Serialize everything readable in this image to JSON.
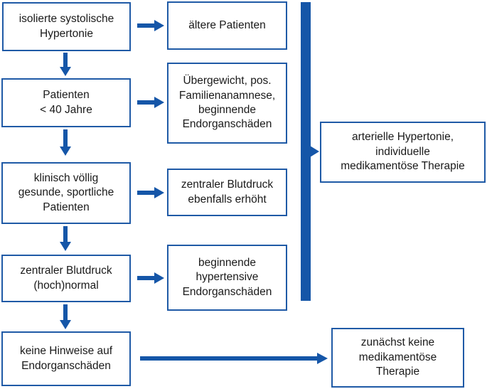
{
  "colors": {
    "border": "#1f5aa6",
    "arrow": "#1556a8",
    "text": "#1a1a1a"
  },
  "nodes": {
    "isolated_hypertension": {
      "lines": [
        "isolierte systolische",
        "Hypertonie"
      ]
    },
    "older_patients": {
      "lines": [
        "ältere Patienten"
      ]
    },
    "patients_under_40": {
      "lines": [
        "Patienten",
        "< 40 Jahre"
      ]
    },
    "risk_factors": {
      "lines": [
        "Übergewicht, pos.",
        "Familienanamnese,",
        "beginnende",
        "Endorganschäden"
      ]
    },
    "healthy_athletic": {
      "lines": [
        "klinisch völlig",
        "gesunde, sportliche",
        "Patienten"
      ]
    },
    "central_bp_elevated": {
      "lines": [
        "zentraler Blutdruck",
        "ebenfalls erhöht"
      ]
    },
    "central_bp_normal": {
      "lines": [
        "zentraler Blutdruck",
        "(hoch)normal"
      ]
    },
    "hypertensive_damage": {
      "lines": [
        "beginnende",
        "hypertensive",
        "Endorganschäden"
      ]
    },
    "no_organ_damage": {
      "lines": [
        "keine Hinweise auf",
        "Endorganschäden"
      ]
    },
    "arterial_hypertension": {
      "lines": [
        "arterielle Hypertonie,",
        "individuelle",
        "medikamentöse Therapie"
      ]
    },
    "no_medication": {
      "lines": [
        "zunächst keine",
        "medikamentöse",
        "Therapie"
      ]
    }
  }
}
